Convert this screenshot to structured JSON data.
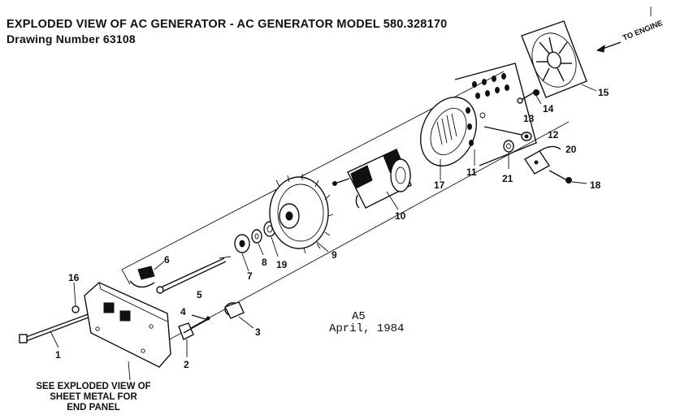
{
  "title": {
    "line1": "EXPLODED VIEW OF AC GENERATOR - AC GENERATOR MODEL 580.328170",
    "line2": "Drawing Number 63108"
  },
  "note": {
    "line1": "SEE EXPLODED VIEW OF",
    "line2": "SHEET METAL FOR",
    "line3": "END PANEL"
  },
  "direction_label": "TO ENGINE",
  "stamp": {
    "page_code": "A5",
    "date": "April, 1984"
  },
  "callouts": [
    {
      "id": "1",
      "label": "1"
    },
    {
      "id": "2",
      "label": "2"
    },
    {
      "id": "3",
      "label": "3"
    },
    {
      "id": "4",
      "label": "4"
    },
    {
      "id": "5",
      "label": "5"
    },
    {
      "id": "6",
      "label": "6"
    },
    {
      "id": "7",
      "label": "7"
    },
    {
      "id": "8",
      "label": "8"
    },
    {
      "id": "9",
      "label": "9"
    },
    {
      "id": "10",
      "label": "10"
    },
    {
      "id": "11",
      "label": "11"
    },
    {
      "id": "12",
      "label": "12"
    },
    {
      "id": "13",
      "label": "13"
    },
    {
      "id": "14",
      "label": "14"
    },
    {
      "id": "15",
      "label": "15"
    },
    {
      "id": "16",
      "label": "16"
    },
    {
      "id": "17",
      "label": "17"
    },
    {
      "id": "18",
      "label": "18"
    },
    {
      "id": "19",
      "label": "19"
    },
    {
      "id": "20",
      "label": "20"
    },
    {
      "id": "21",
      "label": "21"
    }
  ]
}
